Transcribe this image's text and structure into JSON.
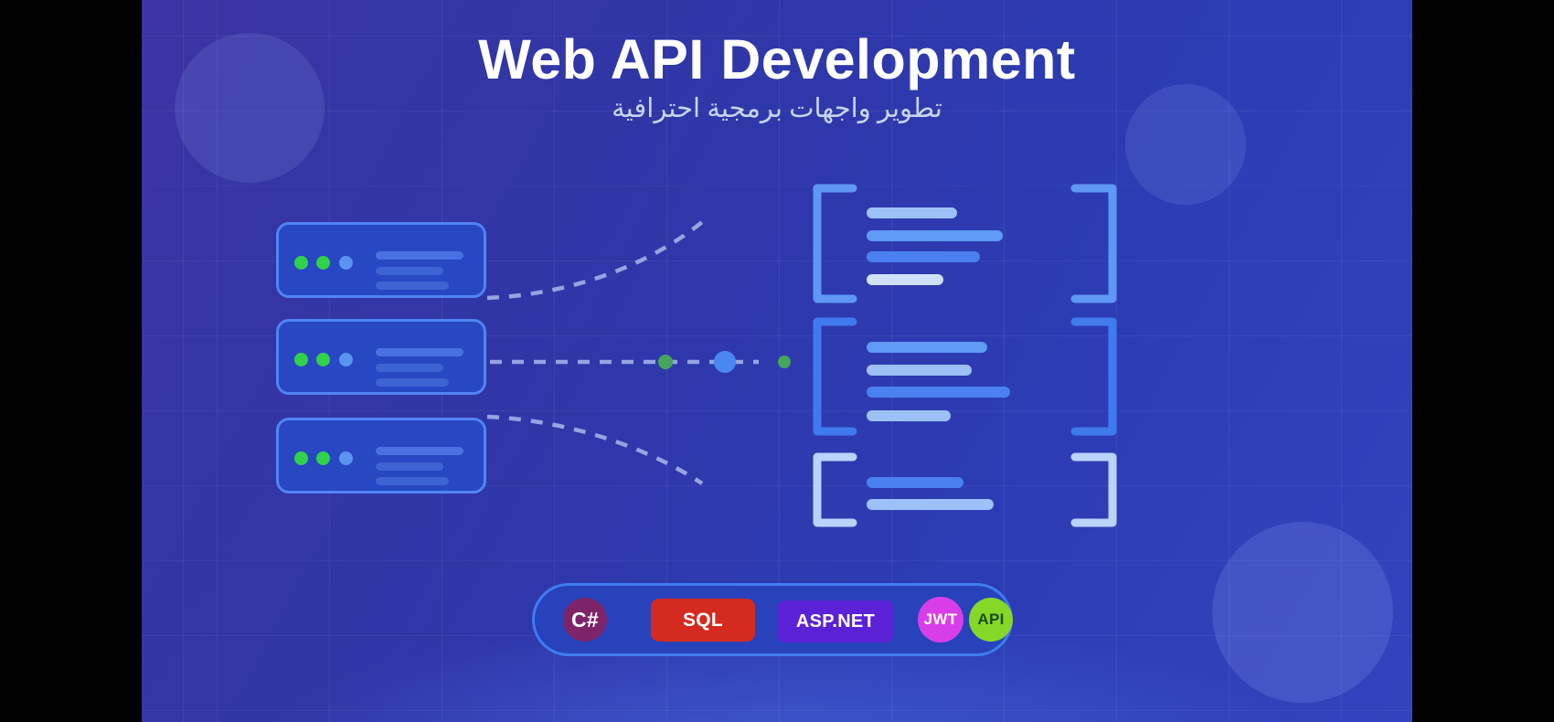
{
  "title": "Web API Development",
  "subtitle_ar": "تطوير واجهات برمجية احترافية",
  "colors": {
    "dot_green": "#31d14b",
    "dot_blue": "#5b93f0",
    "dash": "#98a3e2",
    "flow_green": "#44a55c",
    "flow_blue": "#4b87f0",
    "bracket_g1": "#5e97f4",
    "bracket_g2": "#3f7bef",
    "bracket_g3": "#b9d3fa",
    "code_light": "#9cc1f8",
    "code_medium": "#5f9af5",
    "code_bold": "#4a80f0",
    "code_pale": "#cfe0fb"
  },
  "servers": {
    "count": 3,
    "dots": [
      "green",
      "green",
      "blue"
    ],
    "line_widths": [
      96,
      74,
      80
    ]
  },
  "flow_dots": [
    "green",
    "blue",
    "green"
  ],
  "code_groups": [
    {
      "name": "response-block-1",
      "lines": [
        {
          "w": 99,
          "tone": "light"
        },
        {
          "w": 149,
          "tone": "medium"
        },
        {
          "w": 124,
          "tone": "bold"
        },
        {
          "w": 84,
          "tone": "pale"
        }
      ]
    },
    {
      "name": "response-block-2",
      "lines": [
        {
          "w": 132,
          "tone": "medium"
        },
        {
          "w": 115,
          "tone": "light"
        },
        {
          "w": 157,
          "tone": "bold"
        },
        {
          "w": 92,
          "tone": "light"
        }
      ]
    },
    {
      "name": "response-block-3",
      "lines": [
        {
          "w": 106,
          "tone": "bold"
        },
        {
          "w": 139,
          "tone": "light"
        }
      ]
    }
  ],
  "badges": [
    {
      "label": "C#",
      "shape": "circle",
      "bg": "#7d2368",
      "fg": "#ffffff"
    },
    {
      "label": "SQL",
      "shape": "rect",
      "bg": "#d42a20",
      "fg": "#ffffff"
    },
    {
      "label": "ASP.NET",
      "shape": "rect",
      "bg": "#5b21d6",
      "fg": "#ffffff"
    },
    {
      "label": "JWT",
      "shape": "circle",
      "bg": "#d83ee8",
      "fg": "#ffffff"
    },
    {
      "label": "API",
      "shape": "circle",
      "bg": "#85d827",
      "fg": "#1d4a1d"
    }
  ]
}
